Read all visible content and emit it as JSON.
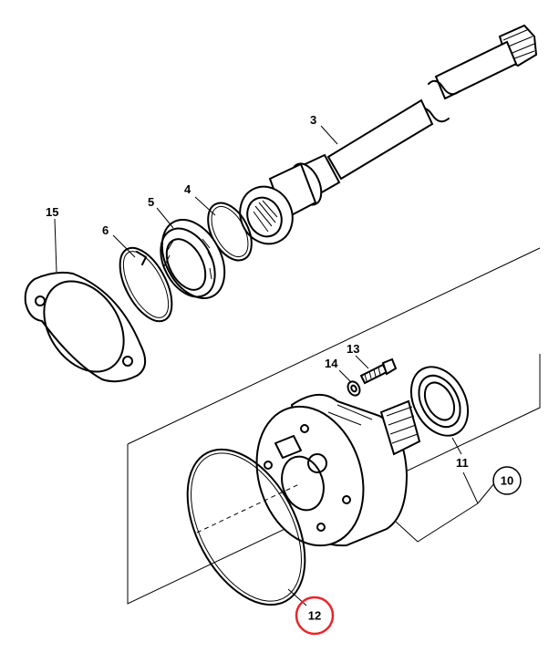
{
  "callouts": {
    "c3": "3",
    "c4": "4",
    "c5": "5",
    "c6": "6",
    "c10": "10",
    "c11": "11",
    "c12": "12",
    "c13": "13",
    "c14": "14",
    "c15": "15"
  },
  "colors": {
    "line": "#000000",
    "highlight_circle": "#e8262c",
    "background": "#ffffff"
  }
}
